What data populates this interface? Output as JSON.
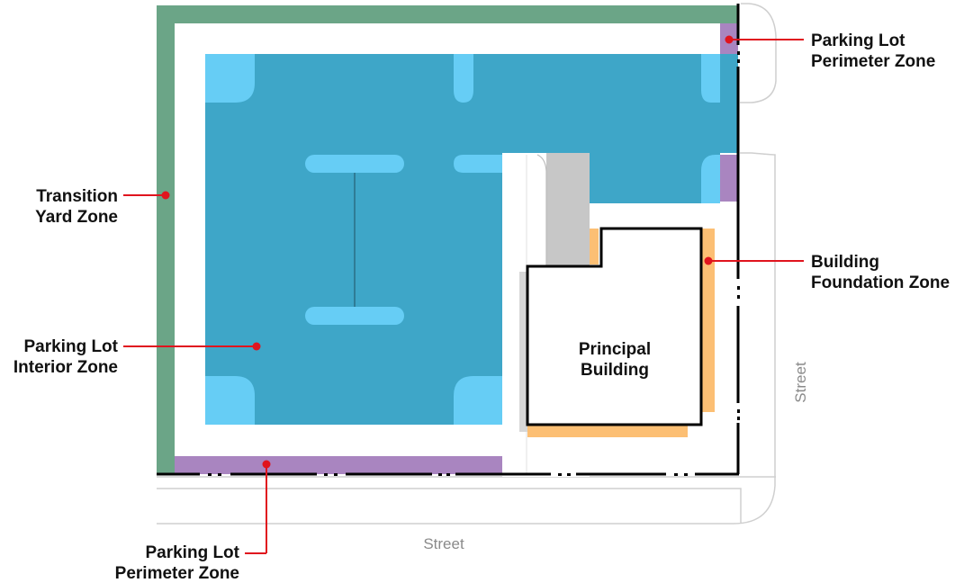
{
  "labels": {
    "transition_yard": [
      "Transition",
      "Yard Zone"
    ],
    "parking_interior": [
      "Parking Lot",
      "Interior Zone"
    ],
    "perimeter_top_right": [
      "Parking Lot",
      "Perimeter Zone"
    ],
    "perimeter_bottom": [
      "Parking Lot",
      "Perimeter Zone"
    ],
    "building_foundation": [
      "Building",
      "Foundation Zone"
    ],
    "principal_building": [
      "Principal",
      "Building"
    ]
  },
  "streets": {
    "bottom": "Street",
    "right": "Street"
  },
  "colors": {
    "transition_yard": "#6ba587",
    "parking_interior": "#3ea6c8",
    "parking_island": "#66cdf5",
    "perimeter": "#a985c0",
    "foundation": "#fcbf74",
    "driveway": "#c7c7c7",
    "callout": "#e0141e"
  }
}
